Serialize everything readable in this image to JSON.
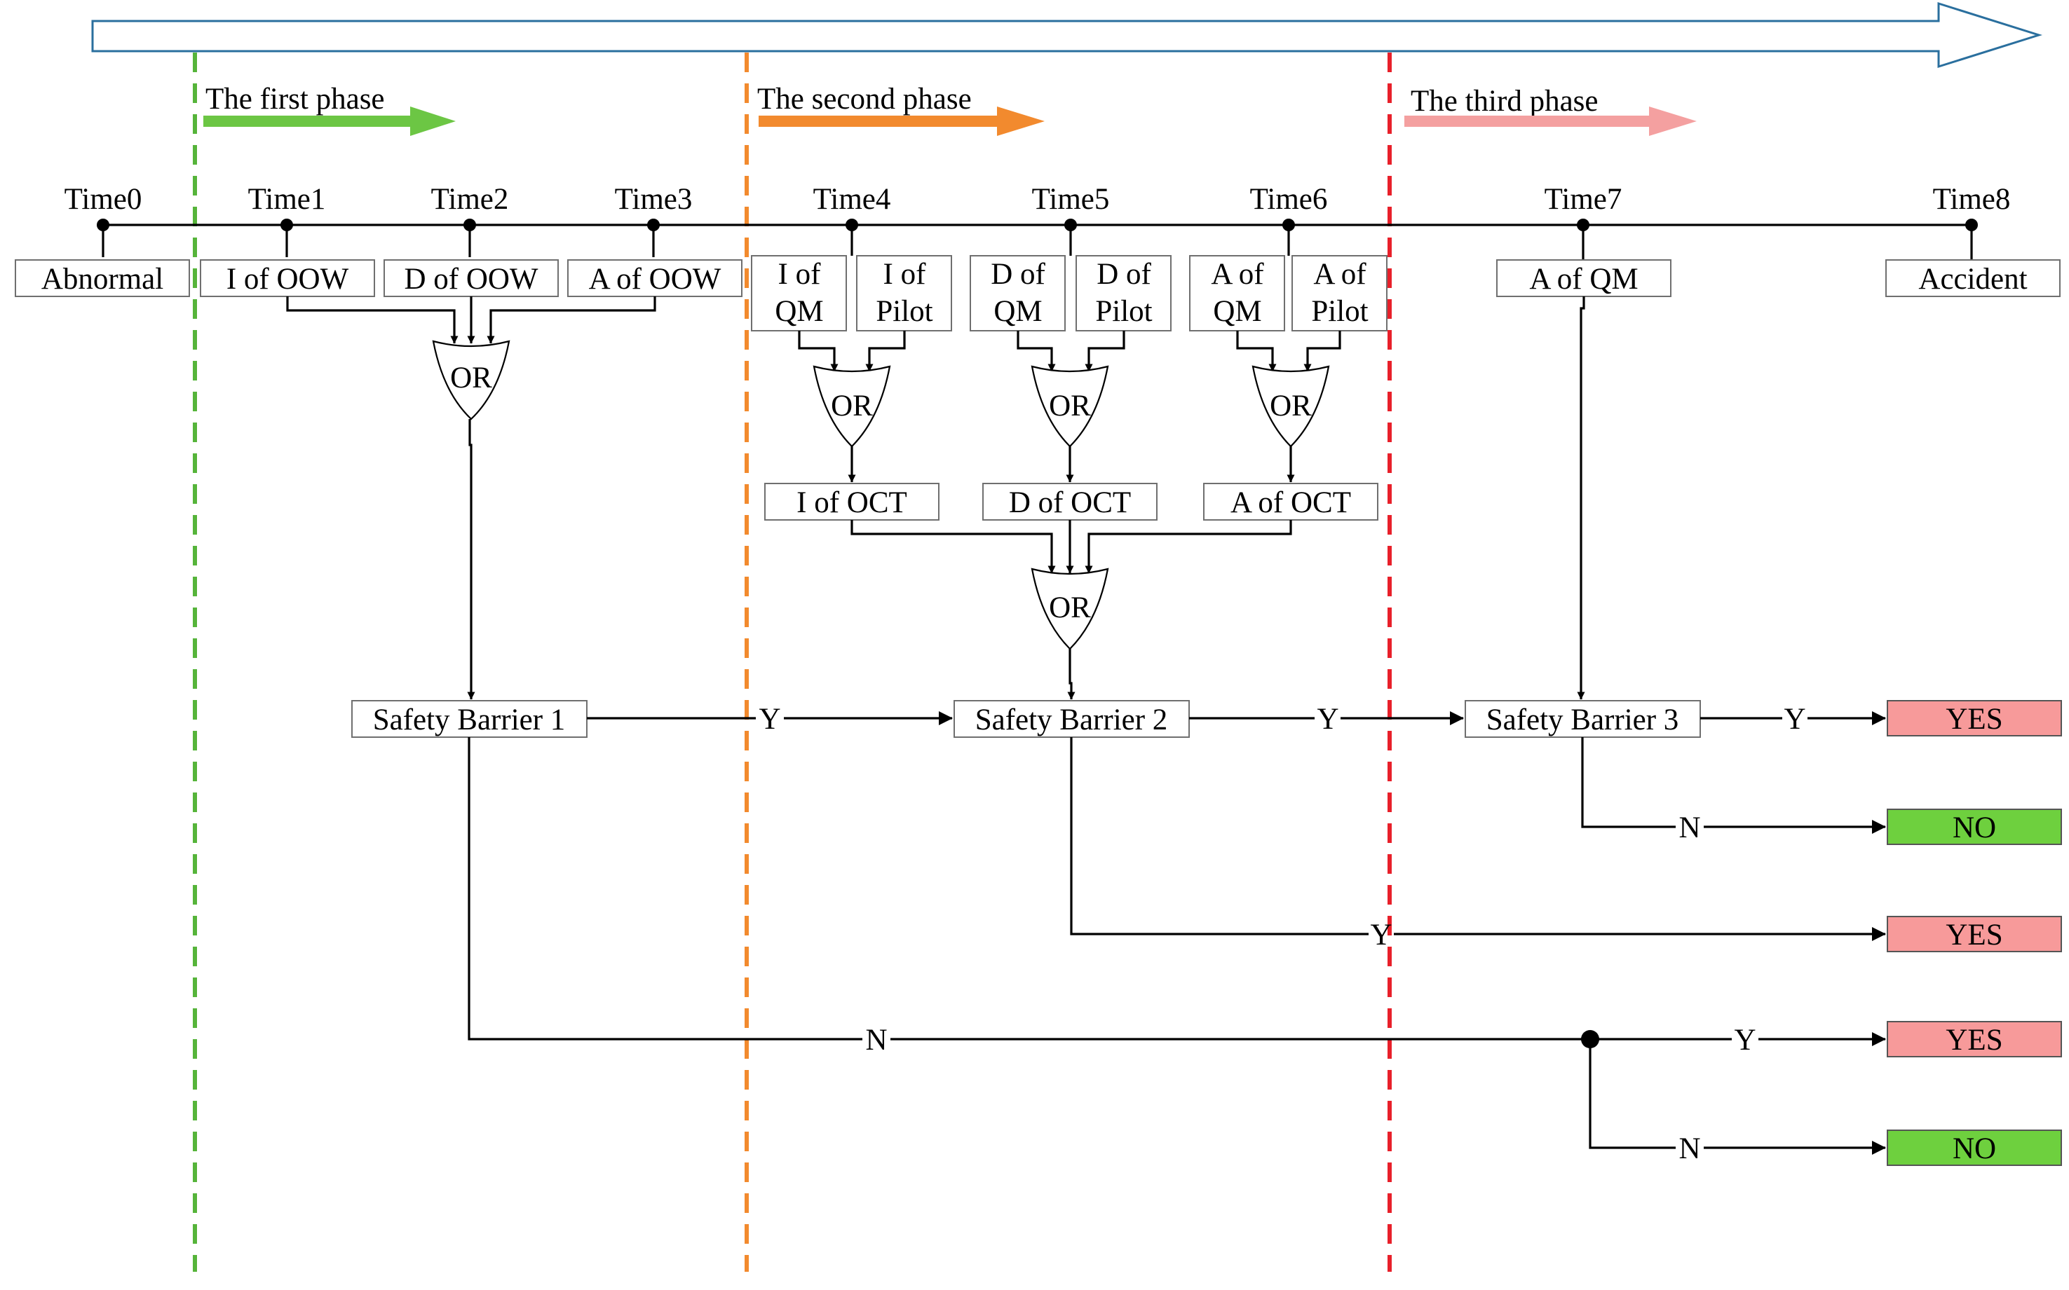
{
  "colors": {
    "timeline_arrow": "#2a6f9e",
    "phase1": "#6cc644",
    "phase2": "#f28a2e",
    "phase3": "#f4a0a0",
    "divider1": "#56b43a",
    "divider2": "#f28a2e",
    "divider3": "#e8202a",
    "yes_fill": "#f79a9a",
    "no_fill": "#6ed03e"
  },
  "phases": [
    "The first phase",
    "The second phase",
    "The third phase"
  ],
  "times": [
    "Time0",
    "Time1",
    "Time2",
    "Time3",
    "Time4",
    "Time5",
    "Time6",
    "Time7",
    "Time8"
  ],
  "events": {
    "abnormal": "Abnormal",
    "i_oow": "I of OOW",
    "d_oow": "D of OOW",
    "a_oow": "A of OOW",
    "i_qm": [
      "I of",
      "QM"
    ],
    "i_pilot": [
      "I of",
      "Pilot"
    ],
    "d_qm": [
      "D of",
      "QM"
    ],
    "d_pilot": [
      "D of",
      "Pilot"
    ],
    "a_qm": [
      "A of",
      "QM"
    ],
    "a_pilot": [
      "A of",
      "Pilot"
    ],
    "a_of_qm": "A of QM",
    "accident": "Accident",
    "i_oct": "I of OCT",
    "d_oct": "D of OCT",
    "a_oct": "A of OCT"
  },
  "gate_label": "OR",
  "barriers": [
    "Safety Barrier 1",
    "Safety Barrier 2",
    "Safety Barrier 3"
  ],
  "branch": {
    "yes": "Y",
    "no": "N"
  },
  "outcomes": [
    "YES",
    "NO",
    "YES",
    "YES",
    "NO"
  ]
}
